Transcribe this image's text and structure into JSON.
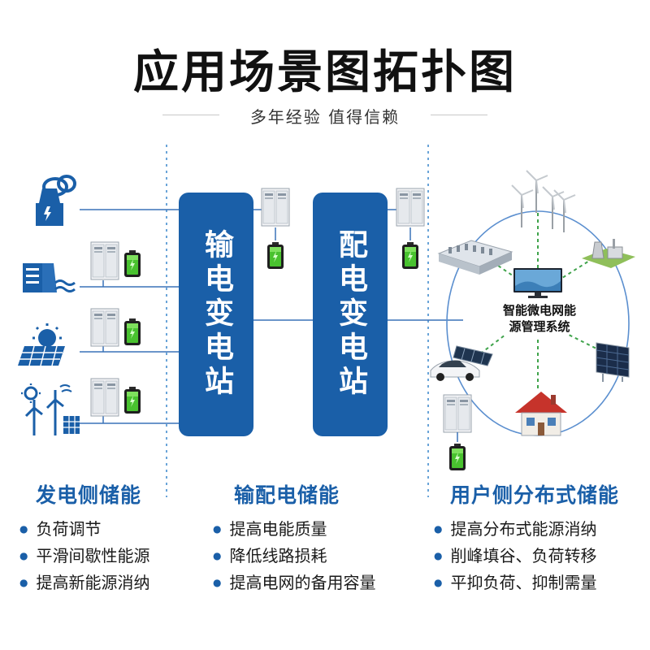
{
  "header": {
    "title": "应用场景图拓扑图",
    "subtitle": "多年经验 值得信赖"
  },
  "stations": {
    "transmission": "输电变电站",
    "distribution": "配电变电站"
  },
  "ems": {
    "line1": "智能微电网能",
    "line2": "源管理系统"
  },
  "sections": [
    {
      "title": "发电侧储能",
      "items": [
        "负荷调节",
        "平滑间歇性能源",
        "提高新能源消纳"
      ]
    },
    {
      "title": "输配电储能",
      "items": [
        "提高电能质量",
        "降低线路损耗",
        "提高电网的备用容量"
      ]
    },
    {
      "title": "用户侧分布式储能",
      "items": [
        "提高分布式能源消纳",
        "削峰填谷、负荷转移",
        "平抑负荷、抑制需量"
      ]
    }
  ],
  "colors": {
    "brand_blue": "#1a5fa8",
    "line_blue": "#3a72b8",
    "dashed_divider": "#6aa4d8",
    "ring": "#5b8fcf",
    "battery_green": "#3fbf2a"
  },
  "icons": [
    "factory-icon",
    "hydro-icon",
    "solar-icon",
    "wind-solar-icon",
    "storage-cabinet-icon",
    "battery-icon",
    "wind-turbine-icon",
    "power-plant-icon",
    "monitor-icon",
    "solar-panel-icon",
    "house-icon",
    "electric-car-icon",
    "data-center-icon"
  ]
}
